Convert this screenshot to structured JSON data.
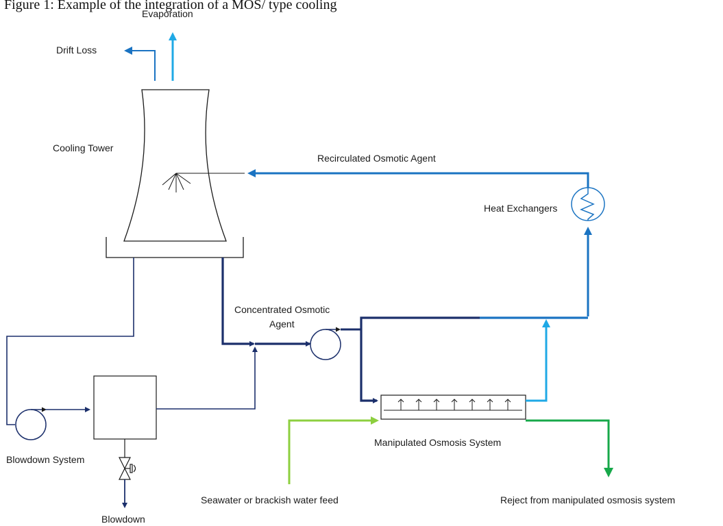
{
  "caption": "Figure 1: Example of the integration of a MOS/ type cooling",
  "labels": {
    "evaporation": "Evaporation",
    "drift_loss": "Drift Loss",
    "cooling_tower": "Cooling Tower",
    "recirculated_agent": "Recirculated Osmotic Agent",
    "heat_exchangers": "Heat Exchangers",
    "concentrated_agent_line1": "Concentrated Osmotic",
    "concentrated_agent_line2": "Agent",
    "mos_system": "Manipulated Osmosis System",
    "blowdown_system": "Blowdown System",
    "blowdown": "Blowdown",
    "seawater_feed": "Seawater or brackish water feed",
    "reject": "Reject from manipulated osmosis system"
  },
  "colors": {
    "navy": "#1b2f6b",
    "mid_blue": "#1a73c2",
    "light_blue": "#1fa9e6",
    "light_green": "#8dcf3f",
    "green": "#17a84a",
    "outline": "#1a1a1a"
  }
}
